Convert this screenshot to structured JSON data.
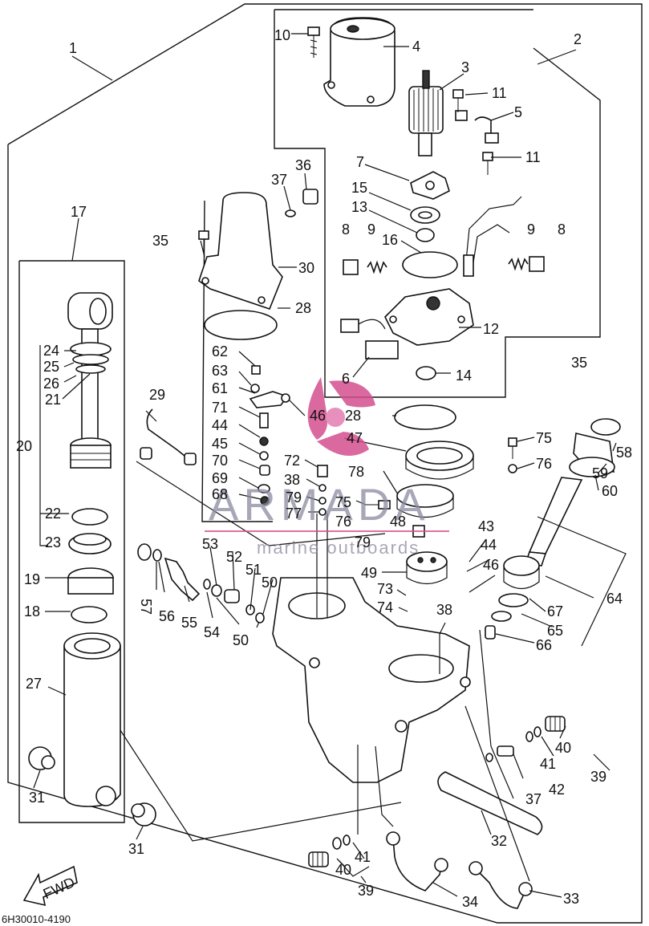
{
  "diagram_code": "6H30010-4190",
  "fwd_label": "FWD",
  "watermark": {
    "brand": "ARMADA",
    "tagline": "marine outboards",
    "color": "#d24f8e"
  },
  "labels": {
    "l1": "1",
    "l2": "2",
    "l3": "3",
    "l4": "4",
    "l5": "5",
    "l6": "6",
    "l7": "7",
    "l8a": "8",
    "l8b": "8",
    "l9a": "9",
    "l9b": "9",
    "l10": "10",
    "l11a": "11",
    "l11b": "11",
    "l12": "12",
    "l13": "13",
    "l14": "14",
    "l15": "15",
    "l16": "16",
    "l17": "17",
    "l18": "18",
    "l19": "19",
    "l20": "20",
    "l21": "21",
    "l22": "22",
    "l23": "23",
    "l24": "24",
    "l25": "25",
    "l26": "26",
    "l27": "27",
    "l28a": "28",
    "l28b": "28",
    "l29": "29",
    "l30": "30",
    "l31a": "31",
    "l31b": "31",
    "l32": "32",
    "l33": "33",
    "l34": "34",
    "l35a": "35",
    "l35b": "35",
    "l36": "36",
    "l37a": "37",
    "l37b": "37",
    "l38a": "38",
    "l38b": "38",
    "l39a": "39",
    "l39b": "39",
    "l40a": "40",
    "l40b": "40",
    "l41a": "41",
    "l41b": "41",
    "l42": "42",
    "l43": "43",
    "l44a": "44",
    "l44b": "44",
    "l45": "45",
    "l46a": "46",
    "l46b": "46",
    "l47": "47",
    "l48": "48",
    "l49": "49",
    "l50a": "50",
    "l50b": "50",
    "l51": "51",
    "l52": "52",
    "l53": "53",
    "l54": "54",
    "l55": "55",
    "l56": "56",
    "l57": "57",
    "l58": "58",
    "l59": "59",
    "l60": "60",
    "l61": "61",
    "l62": "62",
    "l63": "63",
    "l64": "64",
    "l65": "65",
    "l66": "66",
    "l67": "67",
    "l68": "68",
    "l69": "69",
    "l70": "70",
    "l71": "71",
    "l72": "72",
    "l73": "73",
    "l74": "74",
    "l75a": "75",
    "l75b": "75",
    "l76a": "76",
    "l76b": "76",
    "l77": "77",
    "l78": "78",
    "l79a": "79",
    "l79b": "79"
  }
}
